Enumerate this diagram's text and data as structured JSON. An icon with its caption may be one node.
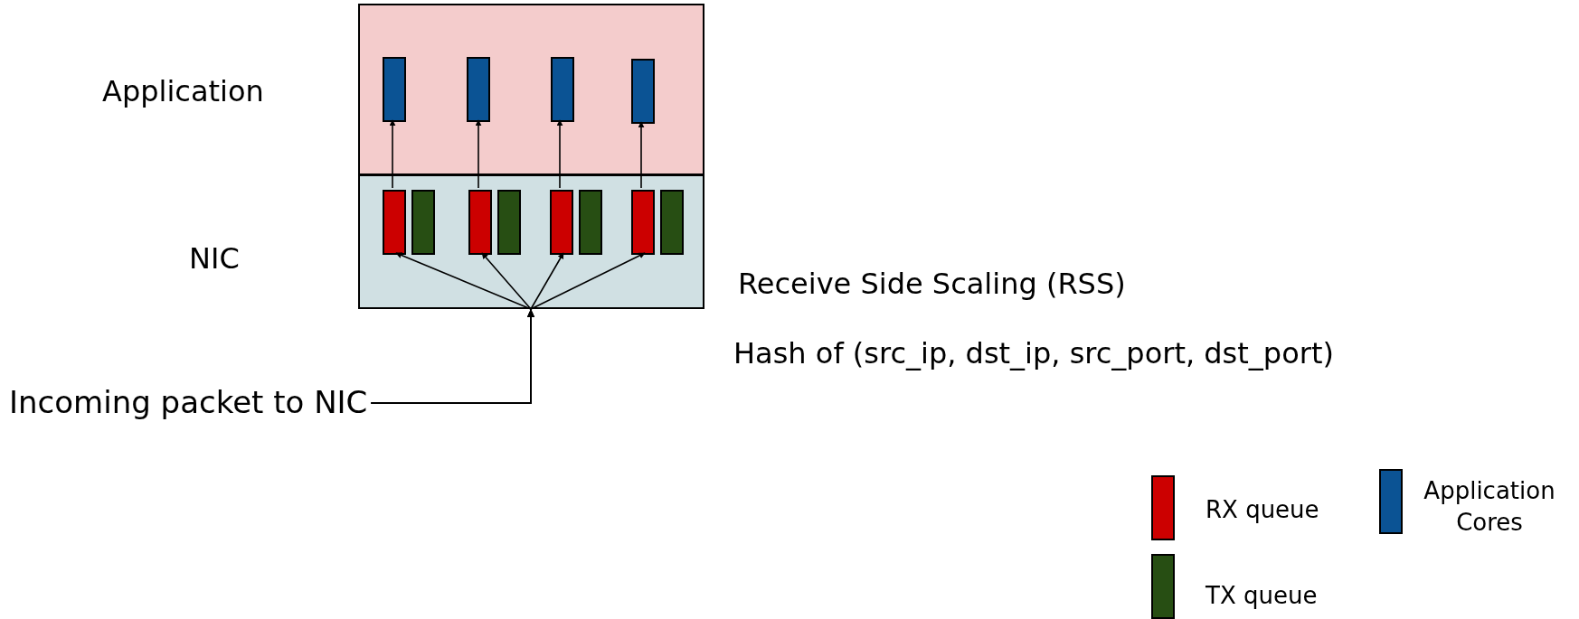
{
  "diagram": {
    "nodes": [
      {
        "text": [
          "Application"
        ]
      },
      {
        "text": [
          "NIC"
        ]
      },
      {
        "text": [],
        "shape": "box",
        "in": 0
      },
      {
        "text": [],
        "shape": "box",
        "in": 0
      },
      {
        "text": [],
        "shape": "box",
        "in": 0
      },
      {
        "text": [],
        "shape": "box",
        "in": 0
      },
      {
        "text": [],
        "shape": "box",
        "in": 1
      },
      {
        "text": [],
        "shape": "box",
        "in": 1
      },
      {
        "text": [],
        "shape": "box",
        "in": 1
      },
      {
        "text": [],
        "shape": "box",
        "in": 1
      },
      {
        "text": [],
        "shape": "box",
        "in": 1
      },
      {
        "text": [],
        "shape": "box",
        "in": 1
      },
      {
        "text": [],
        "shape": "box",
        "in": 1
      },
      {
        "text": [],
        "shape": "box",
        "in": 1
      },
      {
        "text": [
          "Incoming packet to NIC"
        ]
      }
    ],
    "edges": [
      {
        "from": 14,
        "to": 6,
        "arrow": "to"
      },
      {
        "from": 14,
        "to": 8,
        "arrow": "to"
      },
      {
        "from": 14,
        "to": 10,
        "arrow": "to"
      },
      {
        "from": 14,
        "to": 12,
        "arrow": "to"
      },
      {
        "from": 6,
        "to": 2,
        "arrow": "to"
      },
      {
        "from": 8,
        "to": 3,
        "arrow": "to"
      },
      {
        "from": 10,
        "to": 4,
        "arrow": "to"
      },
      {
        "from": 12,
        "to": 5,
        "arrow": "to"
      }
    ],
    "labels": [
      "Receive Side Scaling (RSS)",
      "Hash of (src_ip, dst_ip, src_port, dst_port)"
    ],
    "legend": [
      {
        "text": "RX queue",
        "color": "#cc0000"
      },
      {
        "text": "Application Cores",
        "color": "#0b5394"
      },
      {
        "text": "TX queue",
        "color": "#274e13"
      }
    ]
  }
}
